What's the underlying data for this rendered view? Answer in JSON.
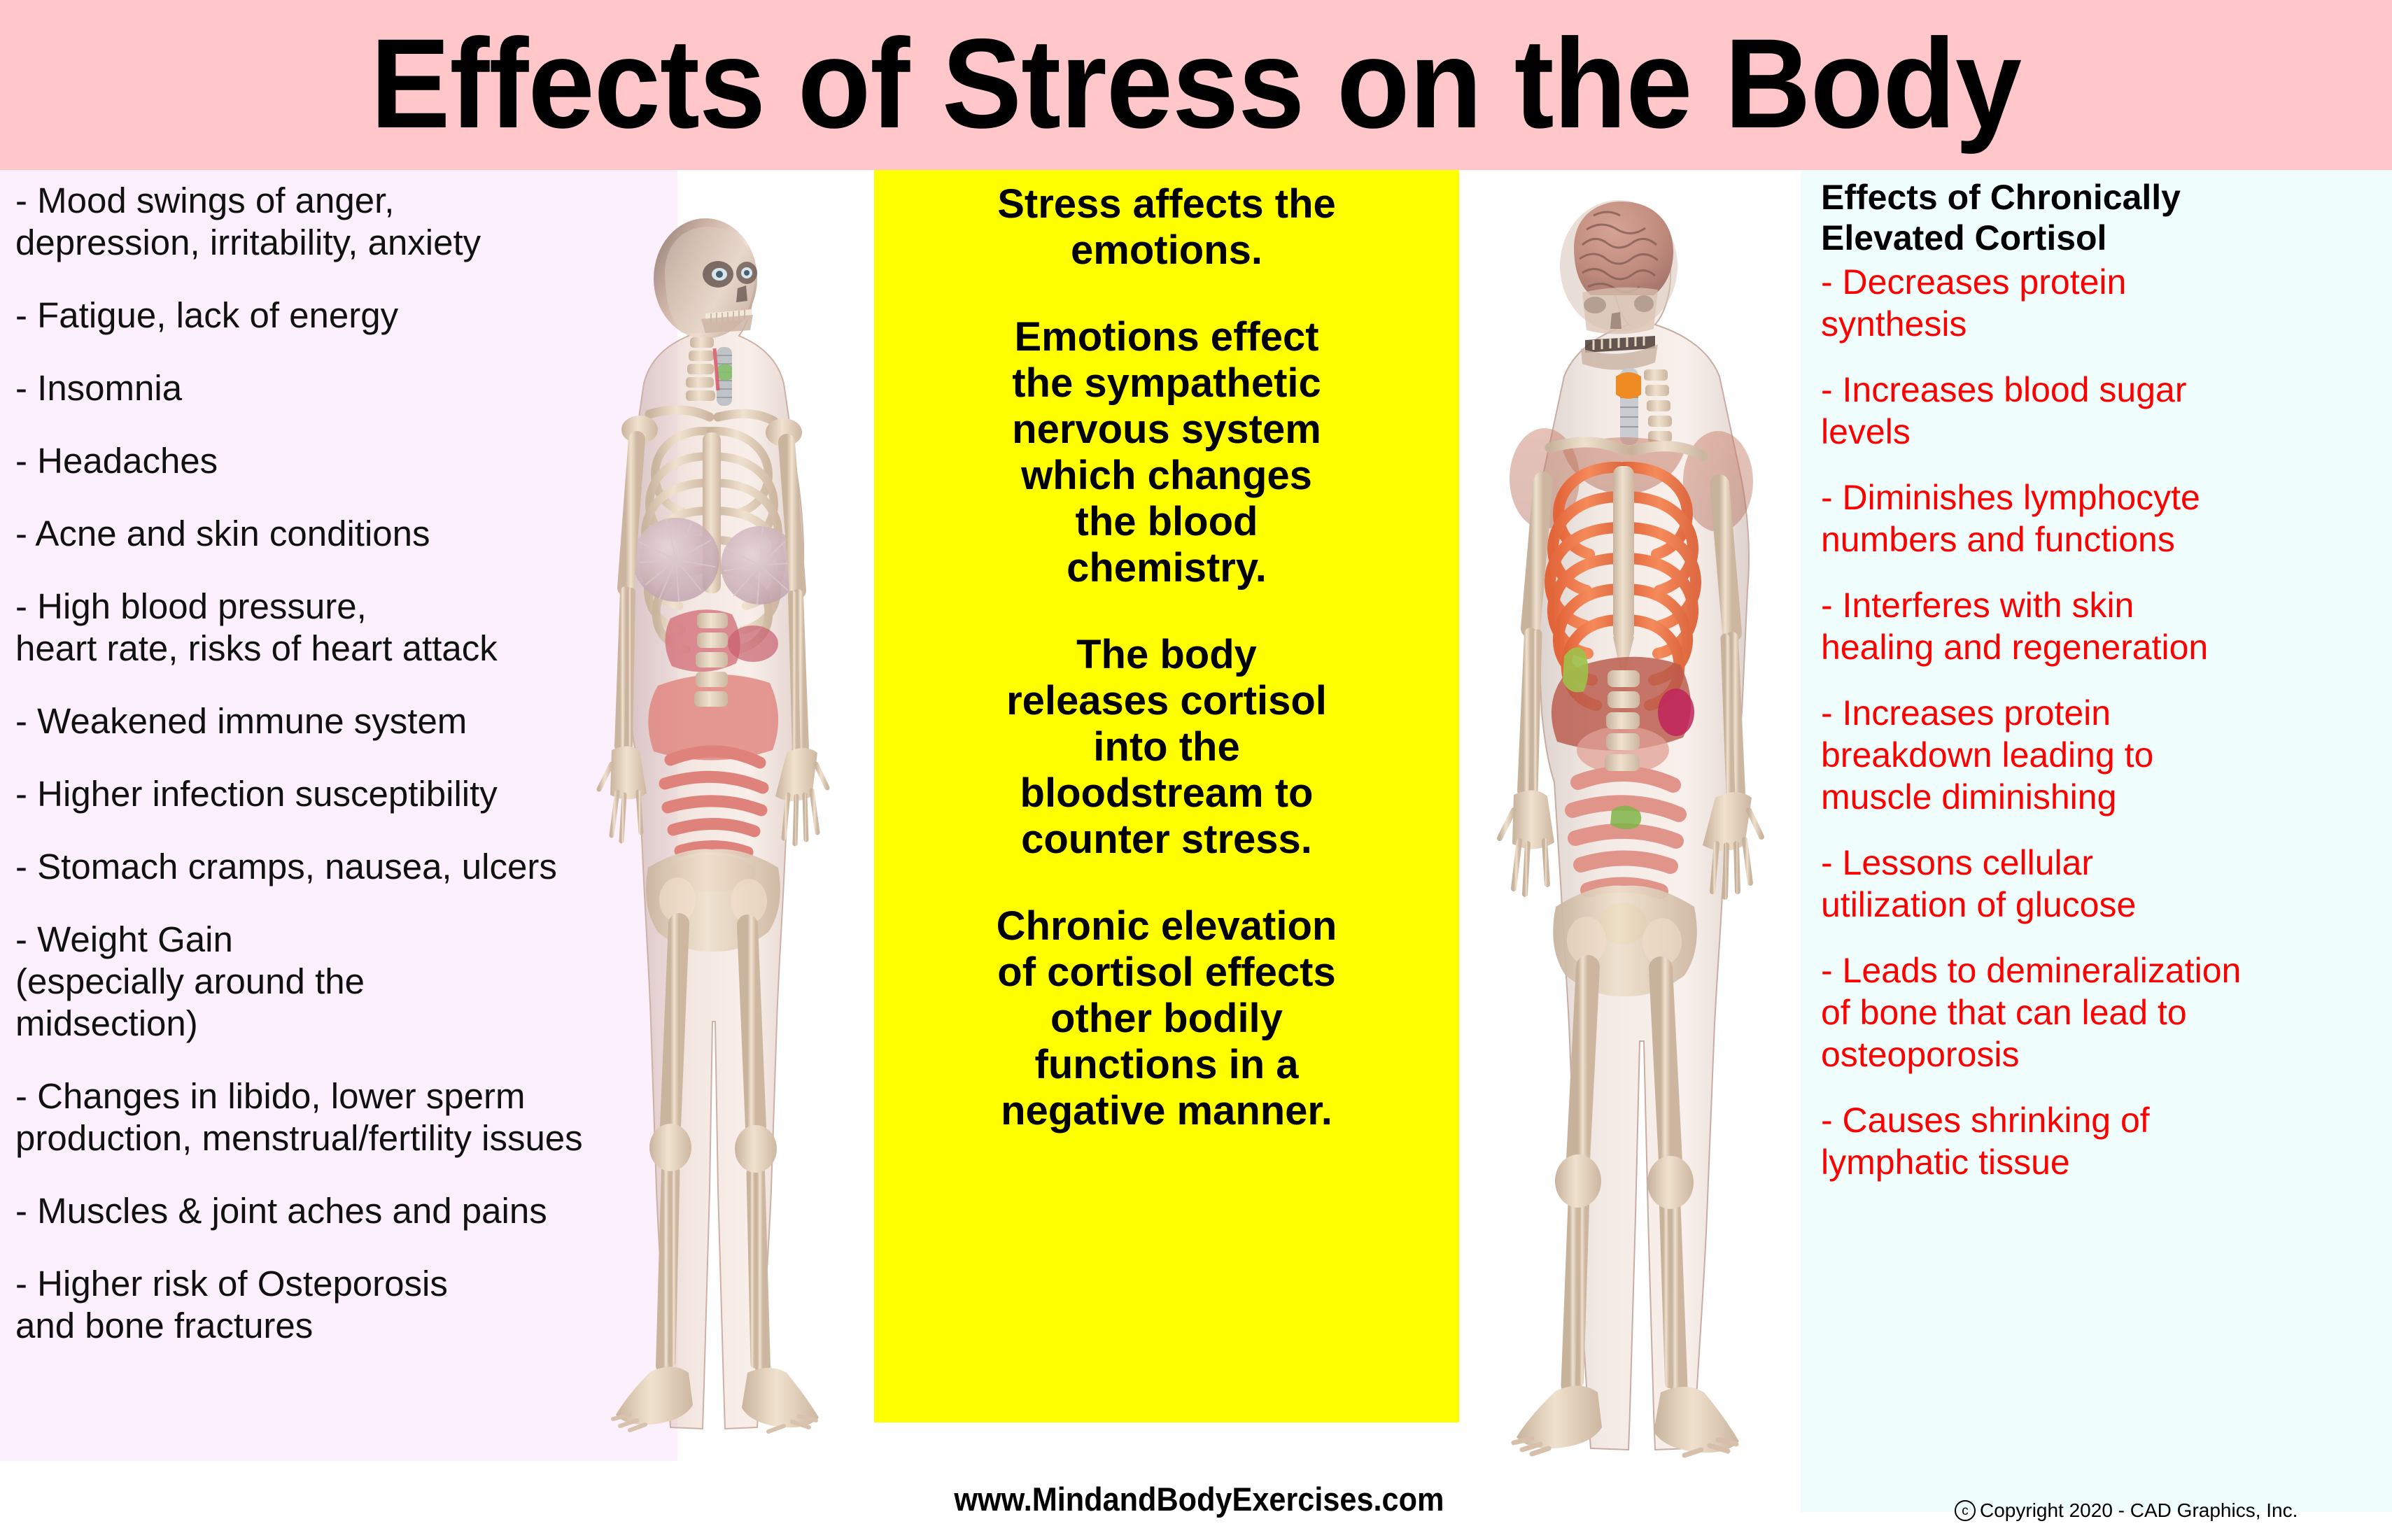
{
  "header": {
    "title": "Effects of Stress on the Body",
    "background_color": "#FFC7C9"
  },
  "left_panel": {
    "background_color": "#FCF0FC",
    "items": [
      "- Mood swings of anger,\ndepression, irritability, anxiety",
      "- Fatigue, lack of energy",
      "- Insomnia",
      "- Headaches",
      "- Acne and skin conditions",
      "- High blood pressure,\nheart rate, risks of heart attack",
      "- Weakened immune system",
      "- Higher infection susceptibility",
      "- Stomach cramps, nausea, ulcers",
      "- Weight Gain\n(especially around the\nmidsection)",
      "- Changes in libido, lower sperm\nproduction, menstrual/fertility issues",
      "- Muscles & joint aches and pains",
      "- Higher risk of Osteporosis\nand bone fractures"
    ]
  },
  "center_panel": {
    "background_color": "#FFFF00",
    "paragraphs": [
      "Stress affects the\nemotions.",
      "Emotions effect\nthe sympathetic\nnervous system\nwhich changes\nthe blood\nchemistry.",
      "The body\nreleases cortisol\ninto the\nbloodstream to\ncounter stress.",
      "Chronic elevation\nof cortisol effects\nother bodily\nfunctions in a\nnegative manner."
    ]
  },
  "right_panel": {
    "background_color": "#EFFDFD",
    "heading": "Effects of Chronically\nElevated Cortisol",
    "text_color": "#FF0000",
    "items": [
      "- Decreases protein\nsynthesis",
      "- Increases blood sugar\nlevels",
      "- Diminishes lymphocyte\nnumbers and functions",
      "- Interferes with skin\nhealing and regeneration",
      "- Increases protein\nbreakdown leading to\nmuscle diminishing",
      "- Lessons cellular\nutilization of glucose",
      "- Leads to demineralization\nof bone that can lead to\nosteoporosis",
      "- Causes shrinking of\nlymphatic tissue"
    ]
  },
  "footer": {
    "site_url": "www.MindandBodyExercises.com",
    "copyright_mark": "c",
    "copyright_text": "Copyright 2020 - CAD Graphics, Inc."
  },
  "figures": {
    "female": {
      "label": "female anatomical figure showing skeleton and internal organs"
    },
    "male": {
      "label": "male anatomical figure showing brain, skeleton and internal organs"
    }
  }
}
